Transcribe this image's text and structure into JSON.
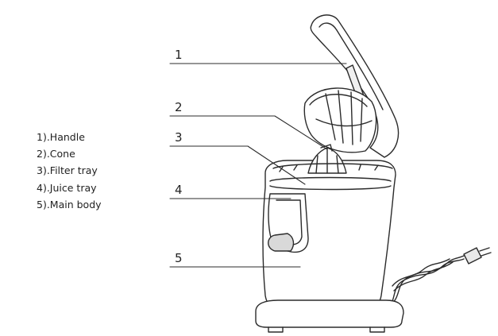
{
  "legend": [
    {
      "text": "1).Handle"
    },
    {
      "text": "2).Cone"
    },
    {
      "text": "3).Filter tray"
    },
    {
      "text": "4).Juice tray"
    },
    {
      "text": "5).Main body"
    }
  ],
  "callouts": [
    {
      "number": "1"
    },
    {
      "number": "2"
    },
    {
      "number": "3"
    },
    {
      "number": "4"
    },
    {
      "number": "5"
    }
  ]
}
